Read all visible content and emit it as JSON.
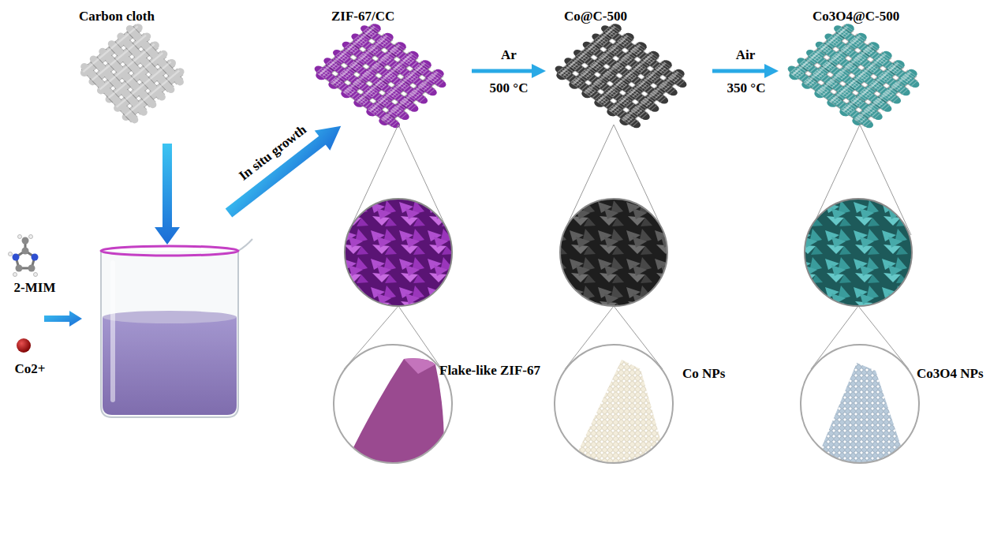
{
  "diagram": {
    "nodes": [
      {
        "text": [
          "Carbon cloth"
        ]
      },
      {
        "text": [
          "ZIF-67/CC"
        ]
      },
      {
        "text": [
          "Co@C-500"
        ]
      },
      {
        "text": [
          "Co3O4@C-500"
        ]
      },
      {
        "text": [
          "Flake-like ZIF-67"
        ]
      },
      {
        "text": [
          "Co NPs"
        ]
      },
      {
        "text": [
          "Co3O4 NPs"
        ]
      }
    ],
    "edges": [
      {
        "from": 1,
        "to": 2,
        "label": "Ar",
        "arrow": "to"
      },
      {
        "from": 2,
        "to": 3,
        "label": "Air",
        "arrow": "to"
      }
    ],
    "labels": [
      "2-MIM",
      "Co2+",
      "In situ growth",
      "500 °C",
      "350 °C"
    ]
  }
}
